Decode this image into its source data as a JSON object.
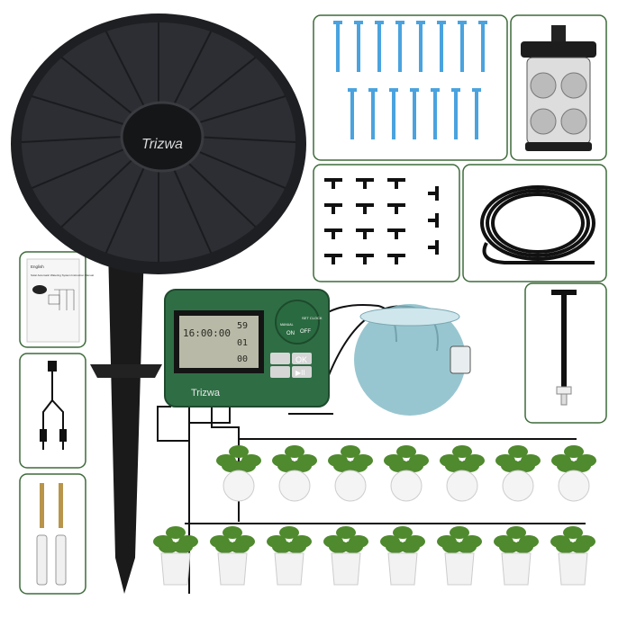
{
  "brand": "Trizwa",
  "controller": {
    "time": "16:00:00",
    "minutes": "59",
    "hours": "01",
    "seconds": "00",
    "dial_labels": [
      "SET CLOCK",
      "OFF",
      "ON",
      "MANUAL"
    ],
    "ok_label": "OK",
    "play_pause_label": "▶II",
    "body_color": "#2f6e45"
  },
  "manual": {
    "language": "English",
    "title": "Solar Automatic Watering System Instruction Manual"
  },
  "colors": {
    "panel_border": "#3d6b3a",
    "dripper_blue": "#4aa3df",
    "solar_panel": "#1e1f22"
  },
  "plants_row1_count": 7,
  "plants_row2_count": 8
}
